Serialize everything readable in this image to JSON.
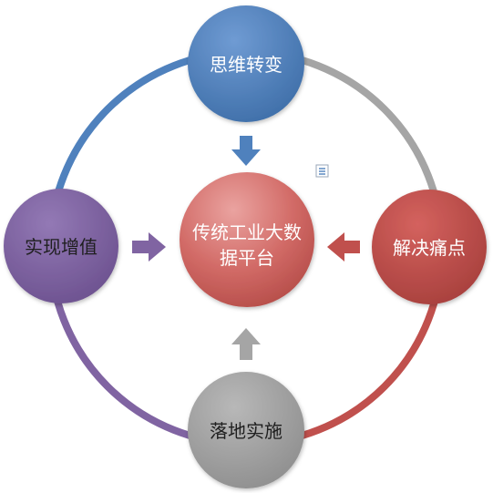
{
  "diagram": {
    "center": {
      "line1": "传统工业大数",
      "line2": "据平台",
      "color": "#c0504d"
    },
    "nodes": {
      "top": {
        "label": "思维转变",
        "color": "#4f81bd"
      },
      "right": {
        "label": "解决痛点",
        "color": "#c0504d"
      },
      "bottom": {
        "label": "落地实施",
        "color": "#a5a5a5"
      },
      "left": {
        "label": "实现增值",
        "color": "#8064a2"
      }
    },
    "ring_colors": {
      "top_right": "#a5a5a5",
      "right_bottom": "#c0504d",
      "bottom_left": "#8064a2",
      "left_top": "#4f81bd"
    },
    "arrows": {
      "top": {
        "color": "#4f81bd",
        "icon": "arrow-down-icon"
      },
      "right": {
        "color": "#c0504d",
        "icon": "arrow-left-icon"
      },
      "bottom": {
        "color": "#a5a5a5",
        "icon": "arrow-up-icon"
      },
      "left": {
        "color": "#8064a2",
        "icon": "arrow-right-icon"
      }
    },
    "options_icon": "layout-options-icon"
  }
}
